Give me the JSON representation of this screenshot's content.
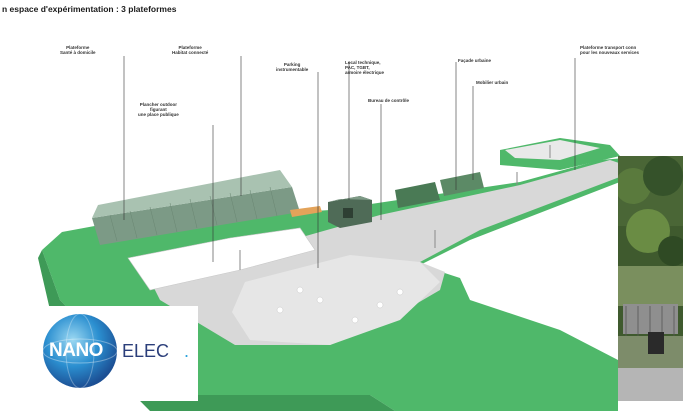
{
  "title": "n espace d'expérimentation : 3 plateformes",
  "callouts": [
    {
      "id": "sante",
      "text": "Plateforme\nSanté à domicile"
    },
    {
      "id": "habitat",
      "text": "Plateforme\nHabitat connecté"
    },
    {
      "id": "parking",
      "text": "Parking\ninstrumentable"
    },
    {
      "id": "local",
      "text": "Local technique,\nPAC, TGBT,\narmoire électrique"
    },
    {
      "id": "bureau",
      "text": "Bureau de contrôle"
    },
    {
      "id": "facade",
      "text": "Façade urbaine"
    },
    {
      "id": "mobilier",
      "text": "Mobilier urbain"
    },
    {
      "id": "transport",
      "text": "Plateforme transport conn\npour les nouveaux services"
    },
    {
      "id": "plancher",
      "text": "Plancher outdoor\nfigurant\nune place publique"
    }
  ],
  "logo": {
    "part1": "NANO",
    "part2": "ELEC",
    "part3": "."
  },
  "colors": {
    "grass": "#4fb86a",
    "grass_dark": "#3e9a57",
    "pavement": "#d8d8d8",
    "pavement_light": "#e6e6e6",
    "building": "#5d7a66",
    "logo_blue": "#2b3e7a",
    "logo_cyan": "#2ba3dc"
  }
}
